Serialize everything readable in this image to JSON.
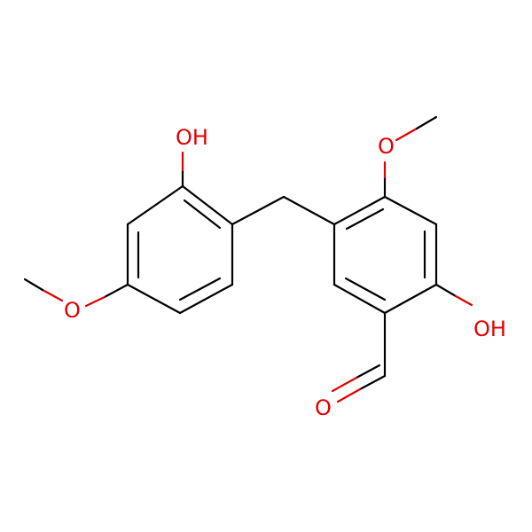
{
  "structure": {
    "colors": {
      "bond": "#000000",
      "oxygen": "#e00000",
      "background": "#ffffff"
    },
    "labels": {
      "oh_top": "OH",
      "o_methoxy_left": "O",
      "o_methoxy_right": "O",
      "oh_right": "OH",
      "o_aldehyde": "O"
    }
  }
}
